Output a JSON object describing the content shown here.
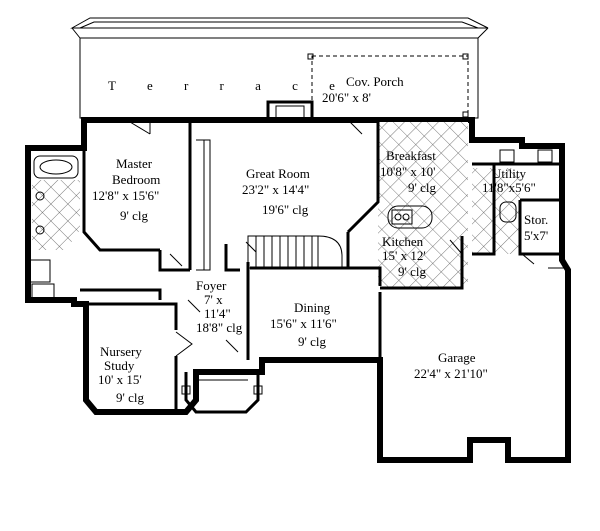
{
  "terrace": "T e r r a c e",
  "cov_porch": {
    "name": "Cov. Porch",
    "size": "20'6\" x 8'"
  },
  "master_bedroom": {
    "name1": "Master",
    "name2": "Bedroom",
    "size": "12'8\" x 15'6\"",
    "clg": "9' clg"
  },
  "great_room": {
    "name": "Great Room",
    "size": "23'2\" x 14'4\"",
    "clg": "19'6\" clg"
  },
  "breakfast": {
    "name": "Breakfast",
    "size": "10'8\" x 10'",
    "clg": "9' clg"
  },
  "utility": {
    "name": "Utility",
    "size": "11'8\"x5'6\""
  },
  "storage": {
    "name": "Stor.",
    "size": "5'x7'"
  },
  "kitchen": {
    "name": "Kitchen",
    "size": "15' x 12'",
    "clg": "9' clg"
  },
  "foyer": {
    "name": "Foyer",
    "size1": "7' x",
    "size2": "11'4\"",
    "clg": "18'8\" clg"
  },
  "dining": {
    "name": "Dining",
    "size": "15'6\" x 11'6\"",
    "clg": "9' clg"
  },
  "nursery_study": {
    "name1": "Nursery",
    "name2": "Study",
    "size": "10' x 15'",
    "clg": "9' clg"
  },
  "garage": {
    "name": "Garage",
    "size": "22'4\" x 21'10\""
  }
}
